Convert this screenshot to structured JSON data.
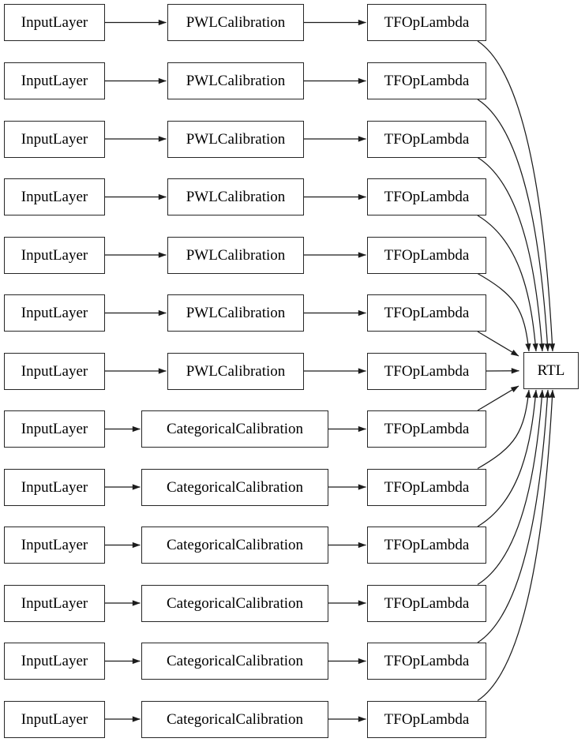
{
  "graph": {
    "rows": [
      {
        "input": "InputLayer",
        "calibration": "PWLCalibration",
        "calibration_type": "pwl",
        "output": "TFOpLambda"
      },
      {
        "input": "InputLayer",
        "calibration": "PWLCalibration",
        "calibration_type": "pwl",
        "output": "TFOpLambda"
      },
      {
        "input": "InputLayer",
        "calibration": "PWLCalibration",
        "calibration_type": "pwl",
        "output": "TFOpLambda"
      },
      {
        "input": "InputLayer",
        "calibration": "PWLCalibration",
        "calibration_type": "pwl",
        "output": "TFOpLambda"
      },
      {
        "input": "InputLayer",
        "calibration": "PWLCalibration",
        "calibration_type": "pwl",
        "output": "TFOpLambda"
      },
      {
        "input": "InputLayer",
        "calibration": "PWLCalibration",
        "calibration_type": "pwl",
        "output": "TFOpLambda"
      },
      {
        "input": "InputLayer",
        "calibration": "PWLCalibration",
        "calibration_type": "pwl",
        "output": "TFOpLambda"
      },
      {
        "input": "InputLayer",
        "calibration": "CategoricalCalibration",
        "calibration_type": "categorical",
        "output": "TFOpLambda"
      },
      {
        "input": "InputLayer",
        "calibration": "CategoricalCalibration",
        "calibration_type": "categorical",
        "output": "TFOpLambda"
      },
      {
        "input": "InputLayer",
        "calibration": "CategoricalCalibration",
        "calibration_type": "categorical",
        "output": "TFOpLambda"
      },
      {
        "input": "InputLayer",
        "calibration": "CategoricalCalibration",
        "calibration_type": "categorical",
        "output": "TFOpLambda"
      },
      {
        "input": "InputLayer",
        "calibration": "CategoricalCalibration",
        "calibration_type": "categorical",
        "output": "TFOpLambda"
      },
      {
        "input": "InputLayer",
        "calibration": "CategoricalCalibration",
        "calibration_type": "categorical",
        "output": "TFOpLambda"
      }
    ],
    "sink": {
      "label": "RTL"
    },
    "colors": {
      "background": "#ffffff",
      "node_fill": "#ffffff",
      "node_border": "#262626",
      "edge": "#1c1c1c",
      "text": "#000000"
    }
  }
}
